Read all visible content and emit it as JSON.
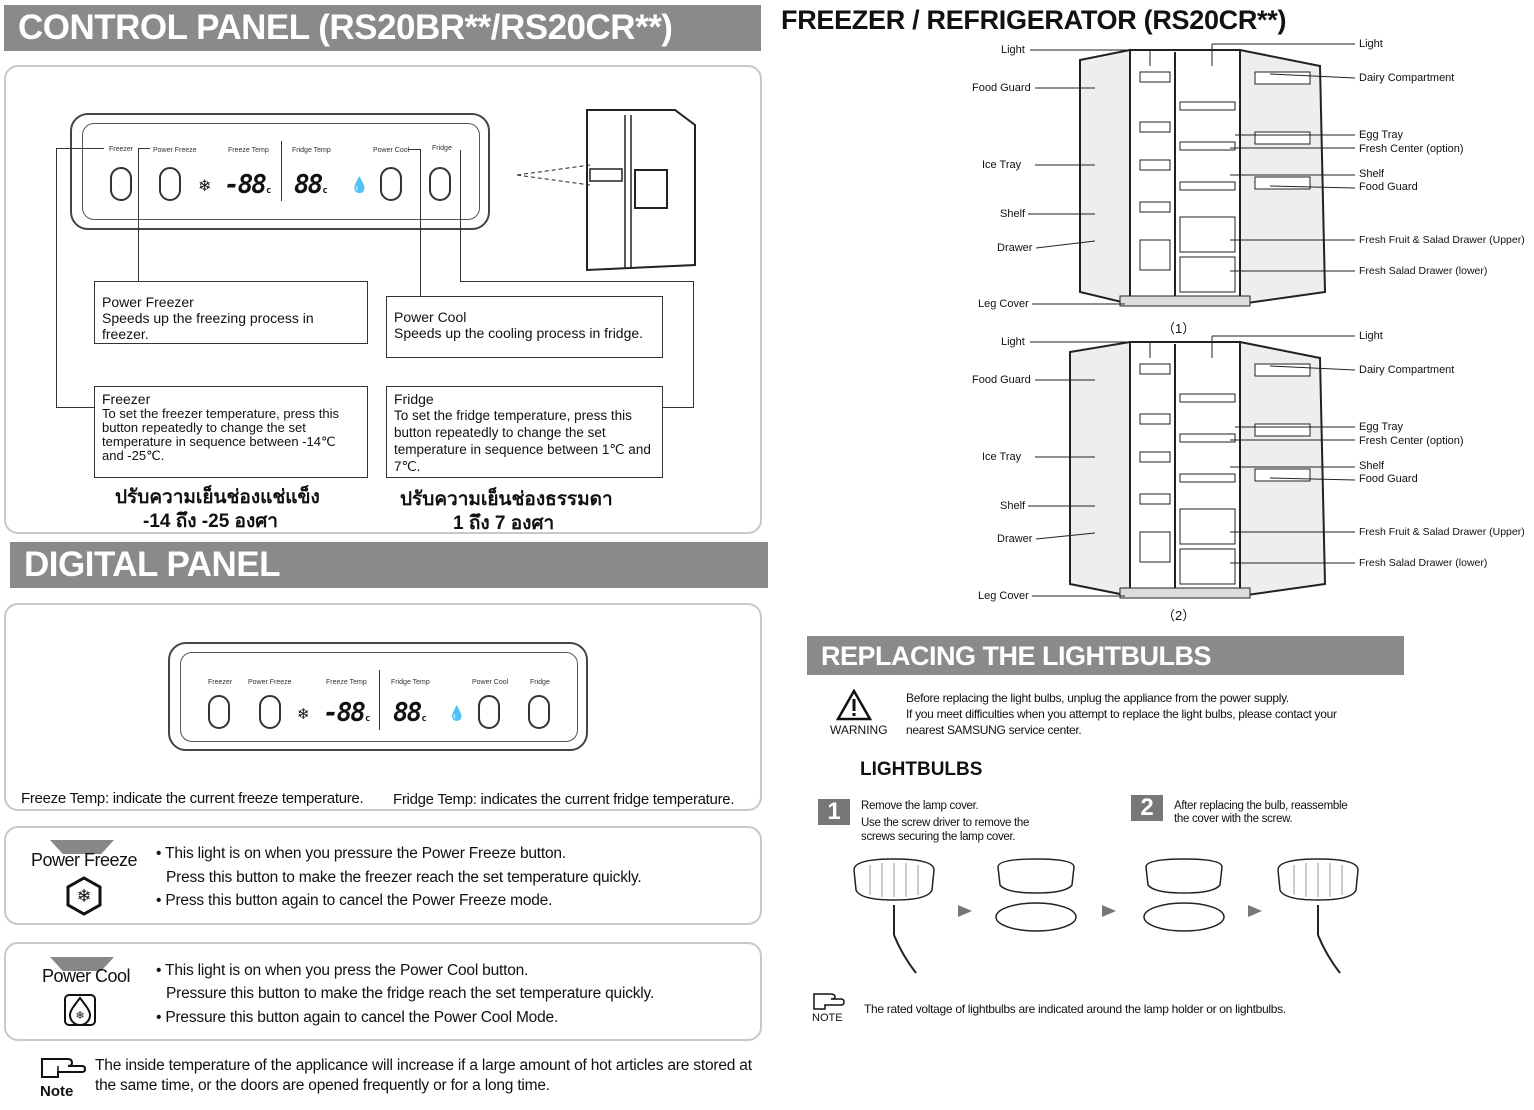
{
  "left": {
    "control_panel": {
      "title": "CONTROL PANEL (RS20BR**/RS20CR**)",
      "panel_labels": {
        "freezer": "Freezer",
        "power_freeze": "Power Freeze",
        "freeze_temp": "Freeze Temp",
        "fridge_temp": "Fridge Temp",
        "power_cool": "Power Cool",
        "fridge": "Fridge"
      },
      "display": {
        "freeze_value": "-88",
        "fridge_value": "88",
        "unit": "c"
      },
      "boxes": {
        "power_freezer": {
          "title": "Power Freezer",
          "desc": "Speeds up the freezing process in freezer."
        },
        "power_cool": {
          "title": "Power Cool",
          "desc": "Speeds up the cooling process in fridge."
        },
        "freezer": {
          "title": "Freezer",
          "desc": "To set the freezer temperature, press this button repeatedly to change the set temperature in sequence between -14℃ and -25℃."
        },
        "fridge": {
          "title": "Fridge",
          "desc": "To set the fridge temperature, press this button repeatedly to change the set temperature in sequence between 1℃ and 7℃."
        }
      },
      "thai_freezer_1": "ปรับความเย็นช่องแช่แข็ง",
      "thai_freezer_2": "-14 ถึง   -25 องศา",
      "thai_fridge_1": "ปรับความเย็นช่องธรรมดา",
      "thai_fridge_2": "1 ถึง   7 องศา"
    },
    "digital_panel": {
      "title": "DIGITAL PANEL",
      "freeze_caption": "Freeze Temp: indicate the current freeze temperature.",
      "fridge_caption": "Fridge Temp: indicates the current fridge temperature."
    },
    "power_freeze": {
      "label": "Power Freeze",
      "bullet1": "• This light is on when you pressure the Power Freeze button.",
      "bullet1b": "Press this button to make the freezer reach the set temperature quickly.",
      "bullet2": "• Press this button again to cancel the Power Freeze mode."
    },
    "power_cool": {
      "label": "Power Cool",
      "bullet1": "• This light is on when you press the Power Cool button.",
      "bullet1b": "Pressure this button to make the fridge reach the set temperature quickly.",
      "bullet2": "• Pressure this button again to cancel the Power Cool Mode."
    },
    "note": {
      "label": "Note",
      "text1": "The inside temperature of the applicance will increase if a large amount of hot articles are stored at",
      "text2": "the same time, or the doors are opened frequently or for a long time."
    }
  },
  "right": {
    "fridge_title": "FREEZER / REFRIGERATOR (RS20CR**)",
    "labels_left": [
      "Light",
      "Food Guard",
      "Ice Tray",
      "Shelf",
      "Drawer",
      "Leg Cover"
    ],
    "labels_right": [
      "Light",
      "Dairy Compartment",
      "Egg Tray",
      "Fresh Center (option)",
      "Shelf",
      "Food Guard",
      "Fresh Fruit & Salad Drawer (Upper)",
      "Fresh Salad Drawer (lower)"
    ],
    "fig1": "（1）",
    "fig2": "（2）",
    "lightbulbs": {
      "title": "REPLACING THE LIGHTBULBS",
      "warning_label": "WARNING",
      "warning1": "Before replacing the light bulbs, unplug the appliance from the power supply.",
      "warning2": "If you meet difficulties when you attempt to replace the light bulbs, please contact your",
      "warning3": "nearest SAMSUNG service center.",
      "subtitle": "LIGHTBULBS",
      "step1_num": "1",
      "step1_a": "Remove the lamp cover.",
      "step1_b": "Use the screw driver to remove the",
      "step1_c": "screws securing the lamp cover.",
      "step2_num": "2",
      "step2_a": "After replacing the bulb, reassemble",
      "step2_b": "the cover with the screw.",
      "note_label": "NOTE",
      "note_text": "The rated voltage of lightbulbs are indicated around the lamp holder or on lightbulbs."
    }
  }
}
